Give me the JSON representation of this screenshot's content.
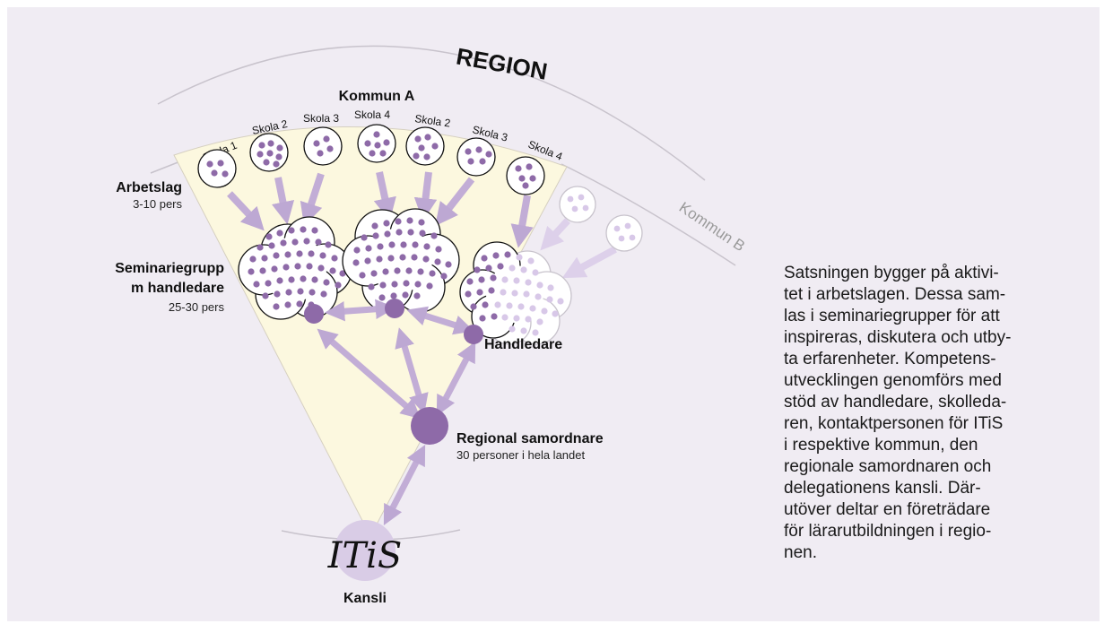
{
  "region_title": "REGION",
  "kommun_a": {
    "title": "Kommun A",
    "schools": [
      "Skola 1",
      "Skola 2",
      "Skola 3",
      "Skola 4",
      "Skola 2",
      "Skola 3",
      "Skola 4"
    ]
  },
  "kommun_b": {
    "title": "Kommun B"
  },
  "arbetslag": {
    "title": "Arbetslag",
    "size": "3-10 pers"
  },
  "seminariegrupp": {
    "title_line1": "Seminariegrupp",
    "title_line2": "m handledare",
    "size": "25-30 pers"
  },
  "handledare": {
    "title": "Handledare"
  },
  "regional": {
    "title": "Regional samordnare",
    "subtitle": "30 personer i hela landet"
  },
  "kansli": {
    "title": "Kansli",
    "logo_text": "ITiS"
  },
  "description": "Satsningen bygger på aktivi-\ntet i arbetslagen. Dessa sam-\nlas i seminariegrupper för att\ninspireras, diskutera och utby-\nta erfarenheter. Kompetens-\nutvecklingen genomförs med\nstöd av handledare, skolleda-\nren, kontaktpersonen för ITiS\ni respektive kommun, den\nregionale samordnaren och\ndelegationens kansli. Där-\nutöver deltar en företrädare\nför lärarutbildningen i regio-\nnen.",
  "colors": {
    "background": "#f0ecf3",
    "fan": "#fcf8df",
    "purple": "#8e6aa8",
    "arrow": "#c2add6",
    "light_purple": "#d8c8e8",
    "arc": "#c8c3cc"
  }
}
